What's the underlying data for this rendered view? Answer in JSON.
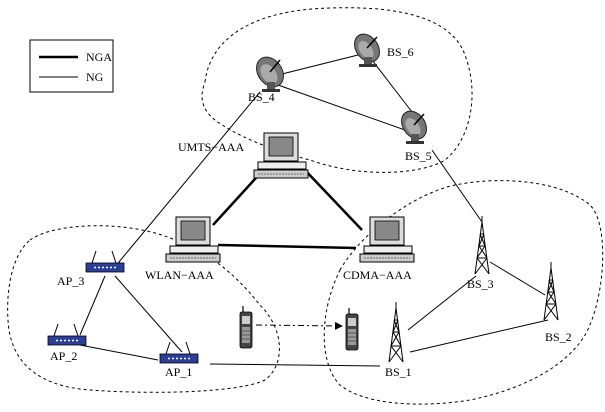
{
  "legend": {
    "items": [
      {
        "label": "NGA",
        "style": "thick"
      },
      {
        "label": "NG",
        "style": "thin"
      }
    ]
  },
  "nodes": {
    "bs4": {
      "label": "BS_4",
      "icon": "satellite-dish-icon"
    },
    "bs5": {
      "label": "BS_5",
      "icon": "satellite-dish-icon"
    },
    "bs6": {
      "label": "BS_6",
      "icon": "satellite-dish-icon"
    },
    "umts": {
      "label": "UMTS−AAA",
      "icon": "computer-icon"
    },
    "wlan": {
      "label": "WLAN−AAA",
      "icon": "computer-icon"
    },
    "cdma": {
      "label": "CDMA−AAA",
      "icon": "computer-icon"
    },
    "ap1": {
      "label": "AP_1",
      "icon": "access-point-icon"
    },
    "ap2": {
      "label": "AP_2",
      "icon": "access-point-icon"
    },
    "ap3": {
      "label": "AP_3",
      "icon": "access-point-icon"
    },
    "bs1": {
      "label": "BS_1",
      "icon": "cell-tower-icon"
    },
    "bs2": {
      "label": "BS_2",
      "icon": "cell-tower-icon"
    },
    "bs3": {
      "label": "BS_3",
      "icon": "cell-tower-icon"
    },
    "phone1": {
      "label": "",
      "icon": "mobile-phone-icon"
    },
    "phone2": {
      "label": "",
      "icon": "mobile-phone-icon"
    }
  },
  "links": [
    {
      "from": "umts",
      "to": "wlan",
      "type": "NGA"
    },
    {
      "from": "umts",
      "to": "cdma",
      "type": "NGA"
    },
    {
      "from": "wlan",
      "to": "cdma",
      "type": "NGA"
    },
    {
      "from": "bs4",
      "to": "bs6",
      "type": "NG"
    },
    {
      "from": "bs4",
      "to": "bs5",
      "type": "NG"
    },
    {
      "from": "bs6",
      "to": "bs5",
      "type": "NG"
    },
    {
      "from": "bs4",
      "to": "ap3",
      "type": "NG"
    },
    {
      "from": "ap3",
      "to": "ap2",
      "type": "NG"
    },
    {
      "from": "ap3",
      "to": "ap1",
      "type": "NG"
    },
    {
      "from": "ap2",
      "to": "ap1",
      "type": "NG"
    },
    {
      "from": "ap1",
      "to": "bs1",
      "type": "NG"
    },
    {
      "from": "bs1",
      "to": "bs3",
      "type": "NG"
    },
    {
      "from": "bs1",
      "to": "bs2",
      "type": "NG"
    },
    {
      "from": "bs3",
      "to": "bs2",
      "type": "NG"
    },
    {
      "from": "bs5",
      "to": "bs3",
      "type": "NG"
    },
    {
      "from": "phone1",
      "to": "phone2",
      "type": "handover"
    }
  ],
  "colors": {
    "line": "#000000",
    "device": "#333333",
    "ap_blue": "#2b3f9a",
    "screen": "#cccccc"
  }
}
